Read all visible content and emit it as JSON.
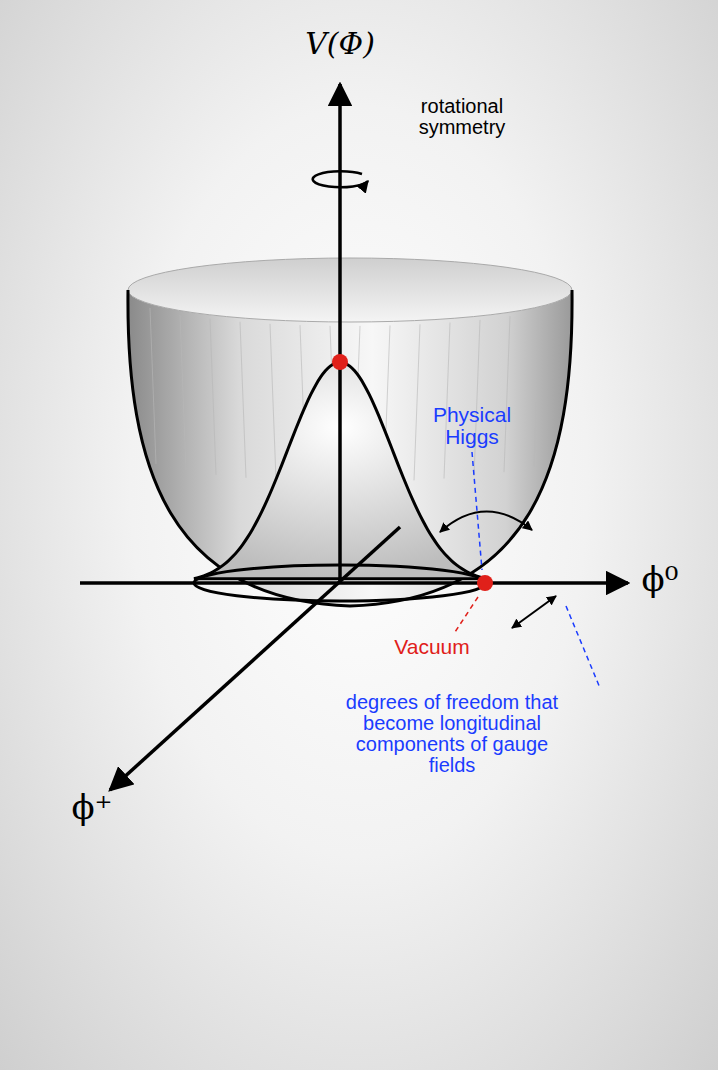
{
  "diagram": {
    "labels": [
      "V(Φ)",
      "rotational symmetry",
      "Physical Higgs",
      "Vacuum",
      "degrees of freedom that become longitudinal components of gauge fields",
      "ϕ⁰",
      "ϕ⁺"
    ]
  }
}
